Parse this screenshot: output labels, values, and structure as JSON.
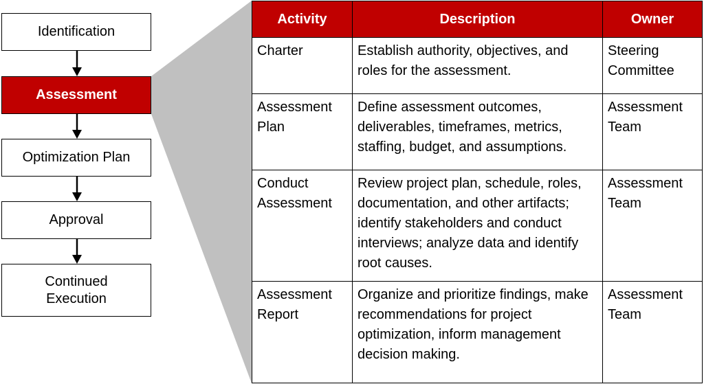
{
  "flow": {
    "steps": [
      {
        "label": "Identification",
        "active": false
      },
      {
        "label": "Assessment",
        "active": true
      },
      {
        "label": "Optimization Plan",
        "active": false
      },
      {
        "label": "Approval",
        "active": false
      },
      {
        "label": "Continued Execution",
        "active": false
      }
    ]
  },
  "table": {
    "headers": [
      "Activity",
      "Description",
      "Owner"
    ],
    "rows": [
      {
        "activity": "Charter",
        "description": "Establish authority, objectives, and roles for the assessment.",
        "owner": "Steering Committee"
      },
      {
        "activity": "Assessment Plan",
        "description": "Define assessment outcomes, deliverables, timeframes, metrics, staffing, budget, and assumptions.",
        "owner": "Assessment Team"
      },
      {
        "activity": "Conduct Assessment",
        "description": "Review project plan, schedule, roles, documentation, and other artifacts; identify stakeholders and conduct interviews; analyze data and identify root causes.",
        "owner": "Assessment Team"
      },
      {
        "activity": "Assessment Report",
        "description": "Organize and prioritize findings, make recommendations for project optimization, inform management decision making.",
        "owner": "Assessment Team"
      }
    ]
  },
  "colors": {
    "accent": "#c00000",
    "connector": "#c0c0c0"
  }
}
